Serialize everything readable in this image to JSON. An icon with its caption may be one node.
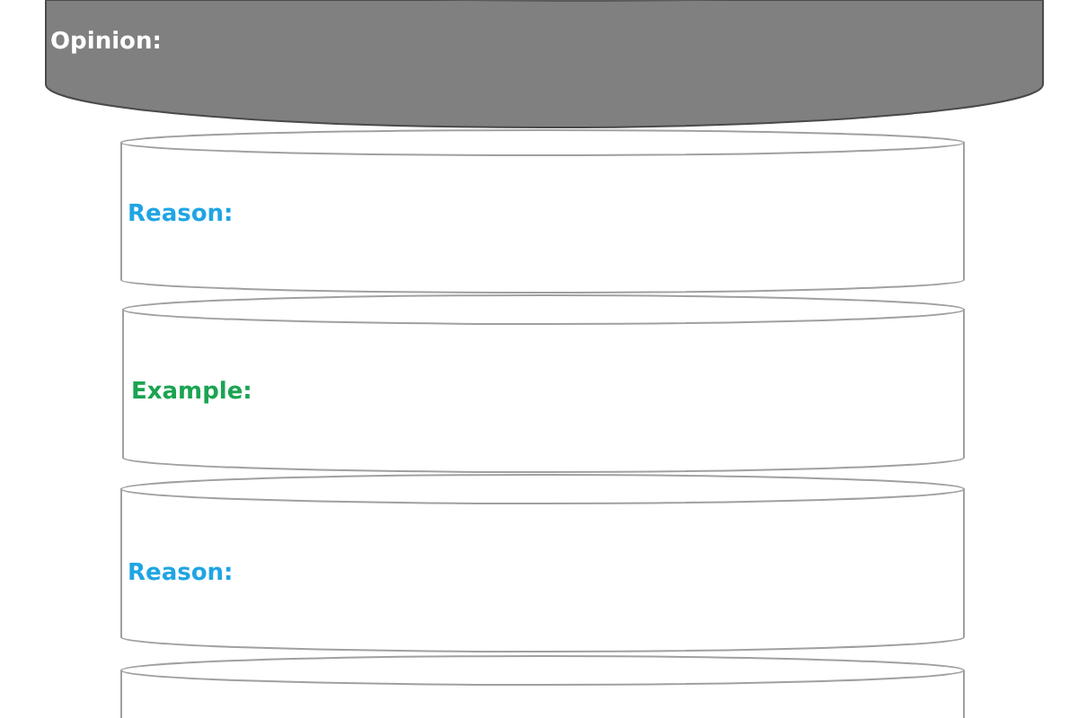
{
  "diagram": {
    "nodes": [
      {
        "text": [
          "Opinion:"
        ]
      },
      {
        "text": [
          "Reason:"
        ]
      },
      {
        "text": [
          "Example:"
        ]
      },
      {
        "text": [
          "Reason:"
        ]
      },
      {
        "text": [],
        "shape": "cylinder"
      }
    ]
  }
}
